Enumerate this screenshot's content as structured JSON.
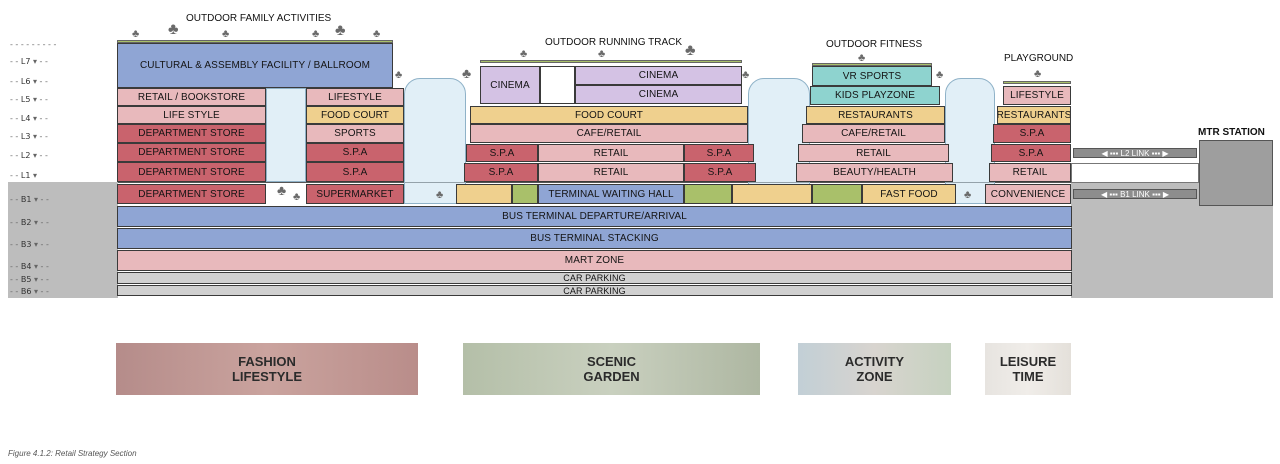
{
  "top_labels": {
    "outdoor_family": "OUTDOOR FAMILY ACTIVITIES",
    "running_track": "OUTDOOR RUNNING TRACK",
    "outdoor_fitness": "OUTDOOR FITNESS",
    "playground": "PLAYGROUND",
    "mtr_station": "MTR STATION"
  },
  "floors": [
    "L7",
    "L6",
    "L5",
    "L4",
    "L3",
    "L2",
    "L1",
    "B1",
    "B2",
    "B3",
    "B4",
    "B5",
    "B6"
  ],
  "building_a": {
    "ballroom": "CULTURAL & ASSEMBLY FACILITY / BALLROOM",
    "l5_left": "RETAIL / BOOKSTORE",
    "l5_right": "LIFESTYLE",
    "l4_left": "LIFE STYLE",
    "l4_right": "FOOD COURT",
    "l3_left": "DEPARTMENT STORE",
    "l3_right": "SPORTS",
    "l2_left": "DEPARTMENT STORE",
    "l2_right": "S.P.A",
    "l1_left": "DEPARTMENT STORE",
    "l1_right": "S.P.A",
    "b1_left": "DEPARTMENT STORE",
    "b1_right": "SUPERMARKET"
  },
  "building_b": {
    "cinema_left": "CINEMA",
    "cinema_top": "CINEMA",
    "cinema_bottom": "CINEMA",
    "l4": "FOOD COURT",
    "l3": "CAFE/RETAIL",
    "l2_a": "S.P.A",
    "l2_b": "RETAIL",
    "l2_c": "S.P.A",
    "l1_a": "S.P.A",
    "l1_b": "RETAIL",
    "l1_c": "S.P.A",
    "b1": "TERMINAL WAITING HALL"
  },
  "building_c": {
    "l7": "VR SPORTS",
    "l6": "KIDS PLAYZONE",
    "l4": "RESTAURANTS",
    "l3": "CAFE/RETAIL",
    "l2": "RETAIL",
    "l1": "BEAUTY/HEALTH",
    "b1": "FAST FOOD"
  },
  "building_d": {
    "l5": "LIFESTYLE",
    "l4": "RESTAURANTS",
    "l3": "S.P.A",
    "l2": "S.P.A",
    "l1": "RETAIL",
    "b1": "CONVENIENCE"
  },
  "basement": {
    "b2": "BUS TERMINAL DEPARTURE/ARRIVAL",
    "b3": "BUS TERMINAL STACKING",
    "b4": "MART ZONE",
    "b5": "CAR PARKING",
    "b6": "CAR PARKING"
  },
  "links": {
    "l2": "L2 LINK",
    "b1": "B1 LINK"
  },
  "cards": [
    {
      "line1": "FASHION",
      "line2": "LIFESTYLE"
    },
    {
      "line1": "SCENIC",
      "line2": "GARDEN"
    },
    {
      "line1": "ACTIVITY",
      "line2": "ZONE"
    },
    {
      "line1": "LEISURE",
      "line2": "TIME"
    }
  ],
  "caption": "Figure 4.1.2: Retail Strategy Section",
  "colors": {
    "purple": "#d4c2e4",
    "blue": "#8fa5d4",
    "pink": "#e8b9bc",
    "red": "#c9636d",
    "yellow": "#efd08e",
    "teal": "#8ed3cf",
    "green": "#a9c06a",
    "ground": "#bdbdbd"
  }
}
